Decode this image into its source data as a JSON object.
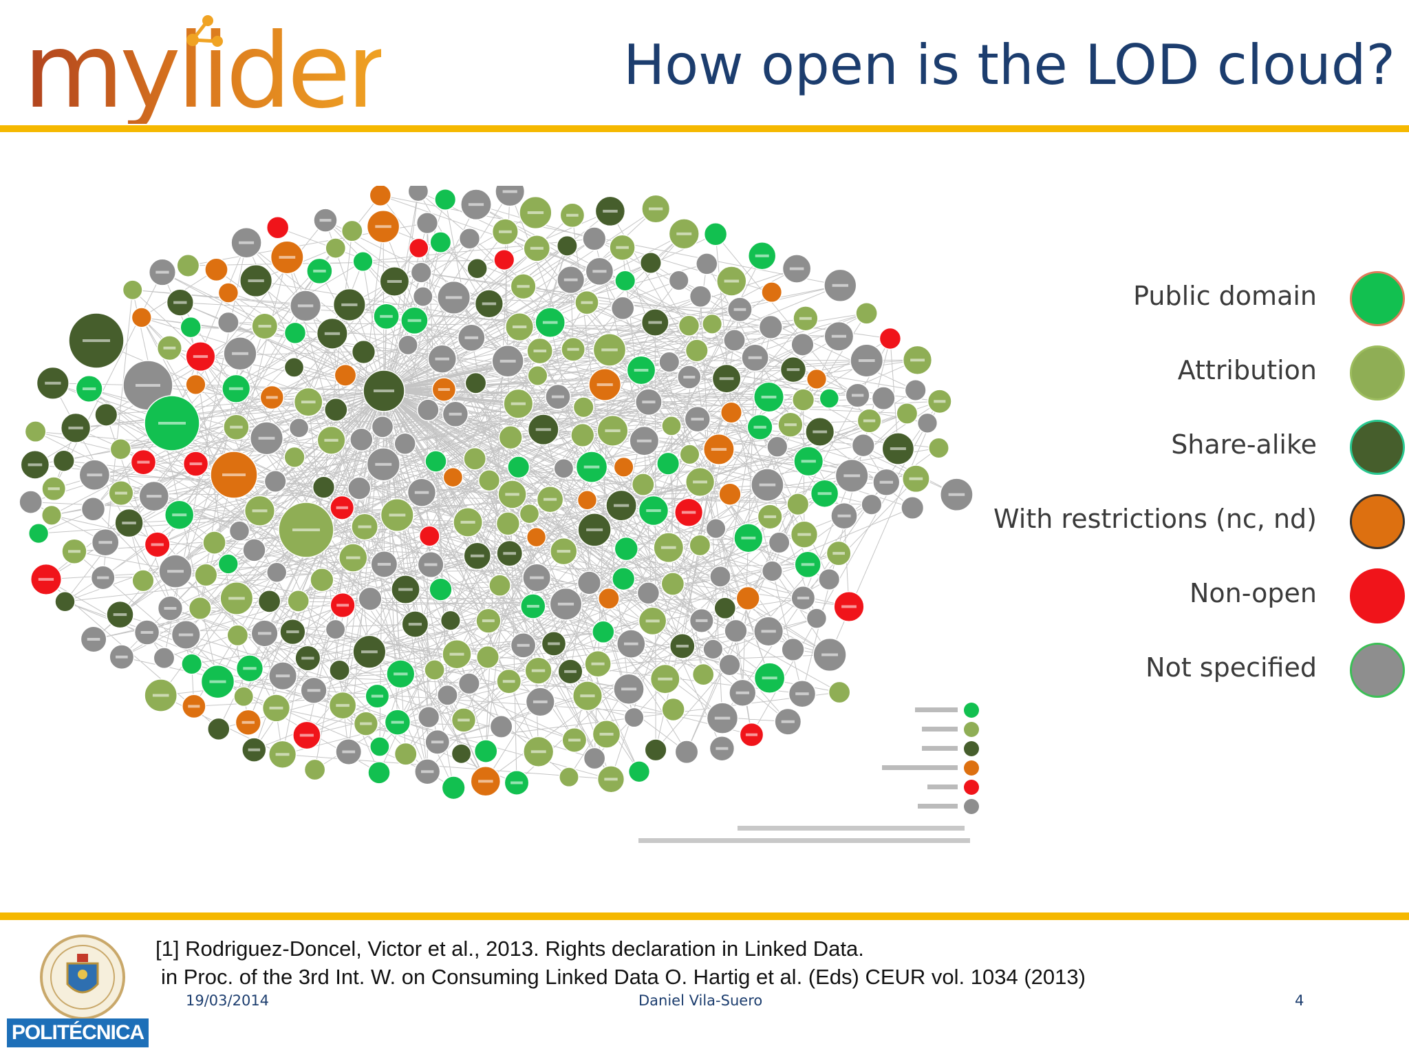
{
  "header": {
    "logo_text": "mylider",
    "title": "How open is the LOD cloud?"
  },
  "legend": [
    {
      "label": "Public domain",
      "color": "#12c050"
    },
    {
      "label": "Attribution",
      "color": "#8fae55"
    },
    {
      "label": "Share-alike",
      "color": "#465e2c"
    },
    {
      "label": "With restrictions (nc, nd)",
      "color": "#dd7010"
    },
    {
      "label": "Non-open",
      "color": "#f0141a"
    },
    {
      "label": "Not specified",
      "color": "#8e8e8e"
    }
  ],
  "footer": {
    "university_logo_text": "POLITÉCNICA",
    "citation_line1": "[1] Rodriguez-Doncel, Victor et al., 2013. Rights declaration in Linked Data.",
    "citation_line2": "in Proc. of the 3rd Int. W. on Consuming Linked Data O. Hartig et al. (Eds) CEUR vol. 1034 (2013)",
    "date": "19/03/2014",
    "author": "Daniel Vila-Suero",
    "page_number": "4"
  }
}
